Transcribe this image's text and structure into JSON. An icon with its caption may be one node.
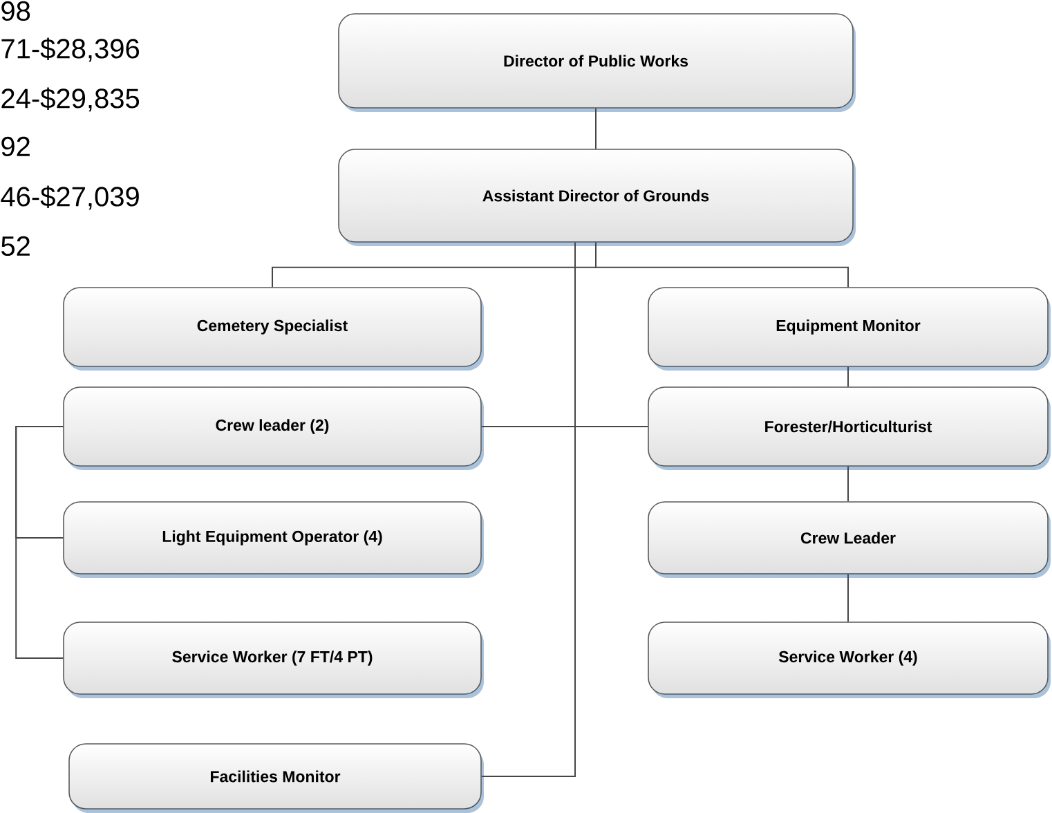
{
  "diagram": {
    "nodes": [
      {
        "text": [
          "Director of Public Works"
        ]
      },
      {
        "text": [
          "Assistant Director of Grounds"
        ]
      },
      {
        "text": [
          "Cemetery Specialist"
        ]
      },
      {
        "text": [
          "Equipment Monitor"
        ]
      },
      {
        "text": [
          "Crew leader (2)"
        ]
      },
      {
        "text": [
          "Forester/Horticulturist"
        ]
      },
      {
        "text": [
          "Light Equipment Operator (4)"
        ]
      },
      {
        "text": [
          "Crew Leader"
        ]
      },
      {
        "text": [
          "Service Worker (7 FT/4 PT)"
        ]
      },
      {
        "text": [
          "Service Worker (4)"
        ]
      },
      {
        "text": [
          "Facilities Monitor"
        ]
      }
    ],
    "edges": [
      {
        "from": 0,
        "to": 1,
        "arrow": "none"
      },
      {
        "from": 1,
        "to": 2,
        "arrow": "none"
      },
      {
        "from": 1,
        "to": 3,
        "arrow": "none"
      },
      {
        "from": 1,
        "to": 10,
        "arrow": "none"
      },
      {
        "from": 3,
        "to": 5,
        "arrow": "none"
      },
      {
        "from": 4,
        "to": 5,
        "arrow": "none"
      },
      {
        "from": 4,
        "to": 6,
        "arrow": "none"
      },
      {
        "from": 4,
        "to": 8,
        "arrow": "none"
      },
      {
        "from": 5,
        "to": 7,
        "arrow": "none"
      },
      {
        "from": 7,
        "to": 9,
        "arrow": "none"
      }
    ],
    "labels": [
      "98",
      "71-$28,396",
      "24-$29,835",
      "92",
      "46-$27,039",
      "52"
    ]
  }
}
